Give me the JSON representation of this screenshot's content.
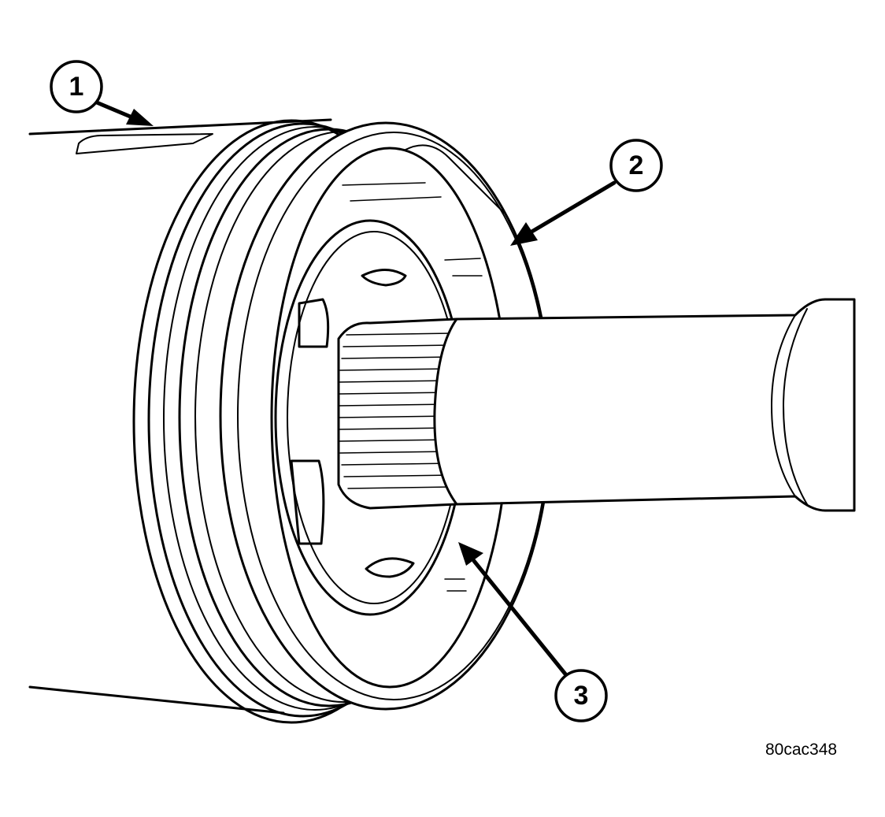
{
  "figure_id": "80cac348",
  "callouts": [
    {
      "label": "1"
    },
    {
      "label": "2"
    },
    {
      "label": "3"
    }
  ],
  "colors": {
    "ink": "#000000",
    "paper": "#ffffff"
  }
}
